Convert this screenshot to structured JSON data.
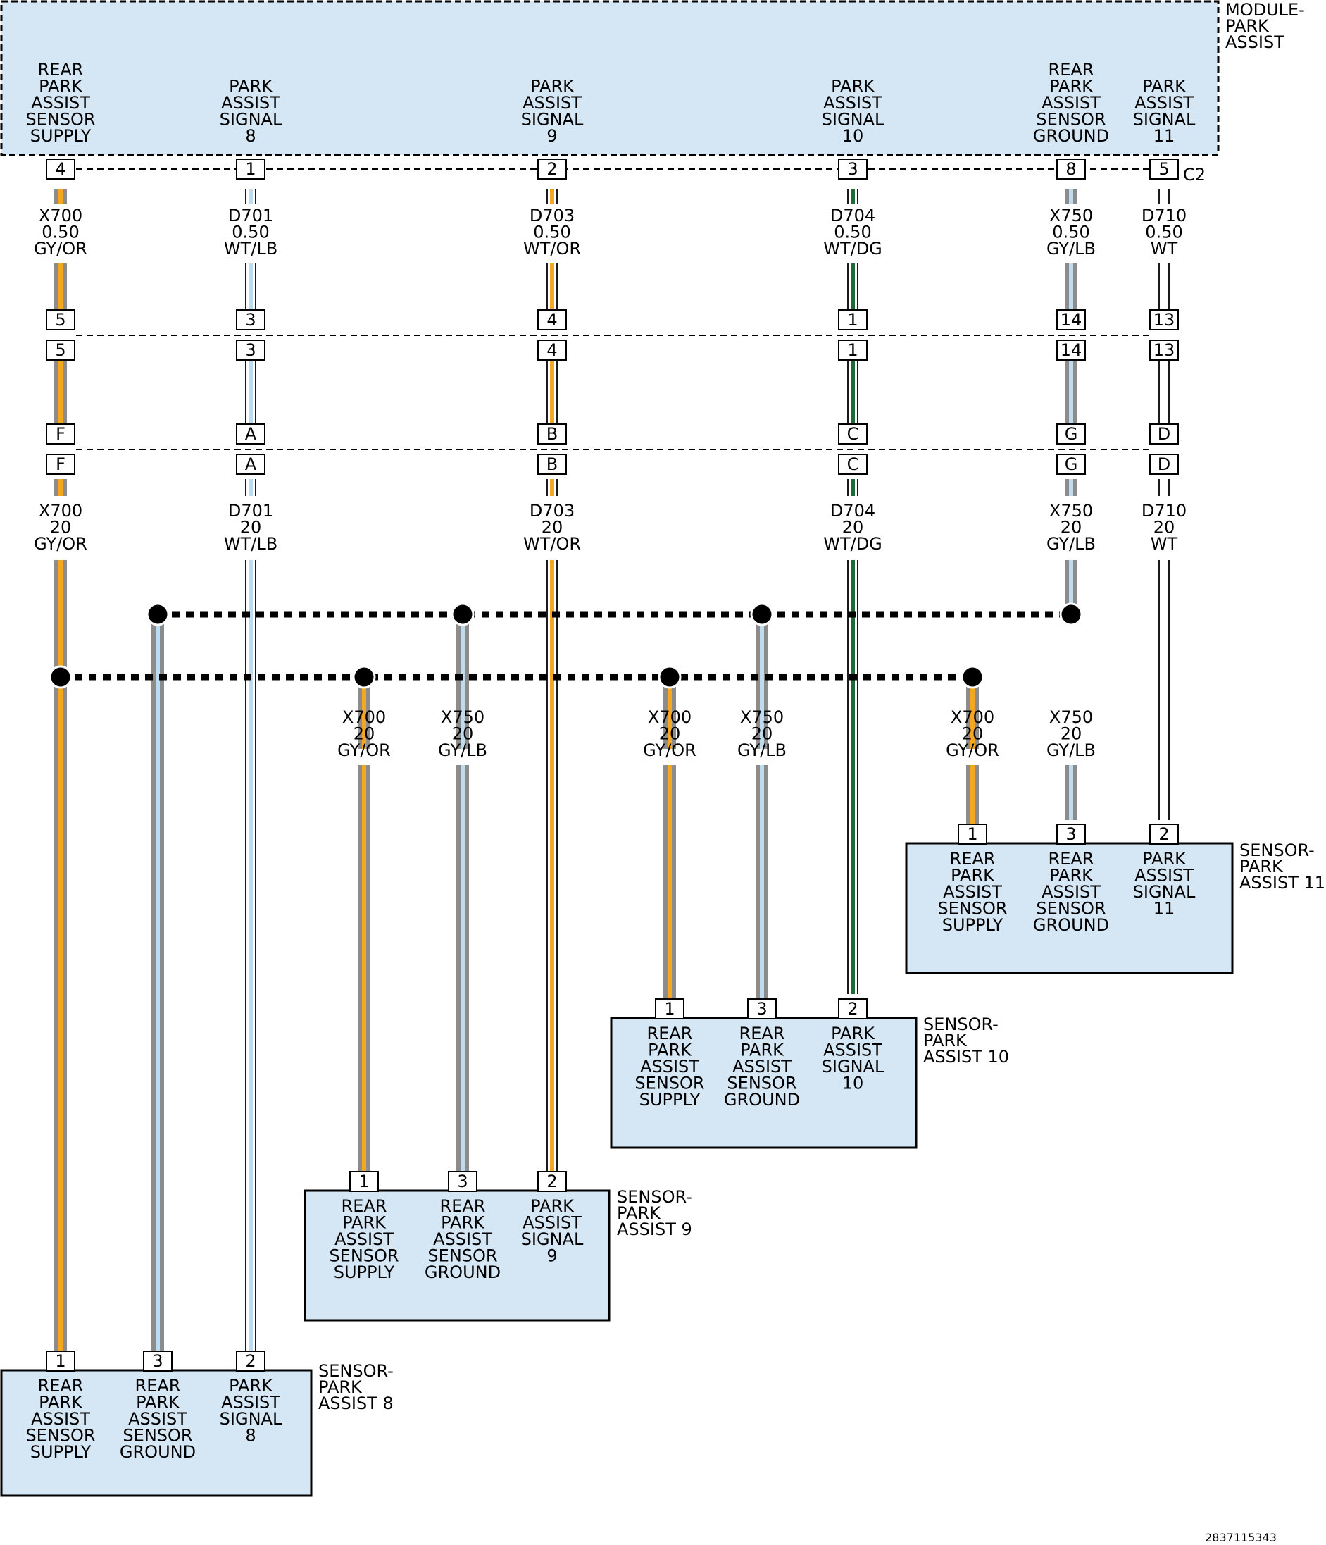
{
  "colors": {
    "module_fill": "#d5e6f5",
    "sensor_fill": "#d5e6f5",
    "gray": "#8c8c8c",
    "orange": "#f5a623",
    "light_blue": "#bedcf0",
    "dark_green": "#1f6b35",
    "white": "#ffffff"
  },
  "module": {
    "label": [
      "MODULE-",
      "PARK",
      "ASSIST"
    ],
    "connector": "C2",
    "pins": [
      {
        "pin": "4",
        "func": [
          "REAR",
          "PARK",
          "ASSIST",
          "SENSOR",
          "SUPPLY"
        ]
      },
      {
        "pin": "1",
        "func": [
          "PARK",
          "ASSIST",
          "SIGNAL",
          "8"
        ]
      },
      {
        "pin": "2",
        "func": [
          "PARK",
          "ASSIST",
          "SIGNAL",
          "9"
        ]
      },
      {
        "pin": "3",
        "func": [
          "PARK",
          "ASSIST",
          "SIGNAL",
          "10"
        ]
      },
      {
        "pin": "8",
        "func": [
          "REAR",
          "PARK",
          "ASSIST",
          "SENSOR",
          "GROUND"
        ]
      },
      {
        "pin": "5",
        "func": [
          "PARK",
          "ASSIST",
          "SIGNAL",
          "11"
        ]
      }
    ]
  },
  "circuits": [
    {
      "id": "X700",
      "gauge_a": "0.50",
      "gauge_b": "20",
      "color": "GY/OR",
      "base": "gray",
      "stripe": "orange",
      "pins_a": [
        "5",
        "5"
      ],
      "pins_b": [
        "F",
        "F"
      ]
    },
    {
      "id": "D701",
      "gauge_a": "0.50",
      "gauge_b": "20",
      "color": "WT/LB",
      "base": "white",
      "stripe": "light_blue",
      "pins_a": [
        "3",
        "3"
      ],
      "pins_b": [
        "A",
        "A"
      ]
    },
    {
      "id": "D703",
      "gauge_a": "0.50",
      "gauge_b": "20",
      "color": "WT/OR",
      "base": "white",
      "stripe": "orange",
      "pins_a": [
        "4",
        "4"
      ],
      "pins_b": [
        "B",
        "B"
      ]
    },
    {
      "id": "D704",
      "gauge_a": "0.50",
      "gauge_b": "20",
      "color": "WT/DG",
      "base": "white",
      "stripe": "dark_green",
      "pins_a": [
        "1",
        "1"
      ],
      "pins_b": [
        "C",
        "C"
      ]
    },
    {
      "id": "X750",
      "gauge_a": "0.50",
      "gauge_b": "20",
      "color": "GY/LB",
      "base": "gray",
      "stripe": "light_blue",
      "pins_a": [
        "14",
        "14"
      ],
      "pins_b": [
        "G",
        "G"
      ]
    },
    {
      "id": "D710",
      "gauge_a": "0.50",
      "gauge_b": "20",
      "color": "WT",
      "base": "white",
      "stripe": "white",
      "pins_a": [
        "13",
        "13"
      ],
      "pins_b": [
        "D",
        "D"
      ]
    }
  ],
  "branches": [
    {
      "id": "X700",
      "gauge": "20",
      "color": "GY/OR"
    },
    {
      "id": "X750",
      "gauge": "20",
      "color": "GY/LB"
    }
  ],
  "sensors": [
    {
      "label": [
        "SENSOR-",
        "PARK",
        "ASSIST 8"
      ],
      "pins": [
        "1",
        "3",
        "2"
      ]
    },
    {
      "label": [
        "SENSOR-",
        "PARK",
        "ASSIST 9"
      ],
      "pins": [
        "1",
        "3",
        "2"
      ]
    },
    {
      "label": [
        "SENSOR-",
        "PARK",
        "ASSIST 10"
      ],
      "pins": [
        "1",
        "3",
        "2"
      ]
    },
    {
      "label": [
        "SENSOR-",
        "PARK",
        "ASSIST 11"
      ],
      "pins": [
        "1",
        "3",
        "2"
      ]
    }
  ],
  "sensor_functions": [
    [
      "REAR",
      "PARK",
      "ASSIST",
      "SENSOR",
      "SUPPLY"
    ],
    [
      "REAR",
      "PARK",
      "ASSIST",
      "SENSOR",
      "GROUND"
    ],
    [
      "PARK",
      "ASSIST",
      "SIGNAL"
    ]
  ],
  "sensor_signal_numbers": [
    "8",
    "9",
    "10",
    "11"
  ],
  "doc_id": "2837115343"
}
